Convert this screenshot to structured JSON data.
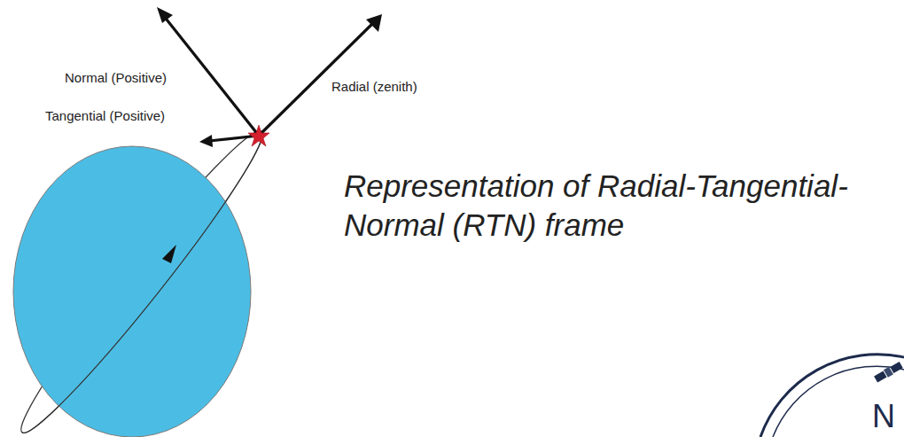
{
  "diagram": {
    "caption": "Representation of Radial-Tangential-Normal (RTN) frame",
    "labels": [
      "Normal (Positive)",
      "Radial (zenith)",
      "Tangential (Positive)",
      "N"
    ]
  }
}
